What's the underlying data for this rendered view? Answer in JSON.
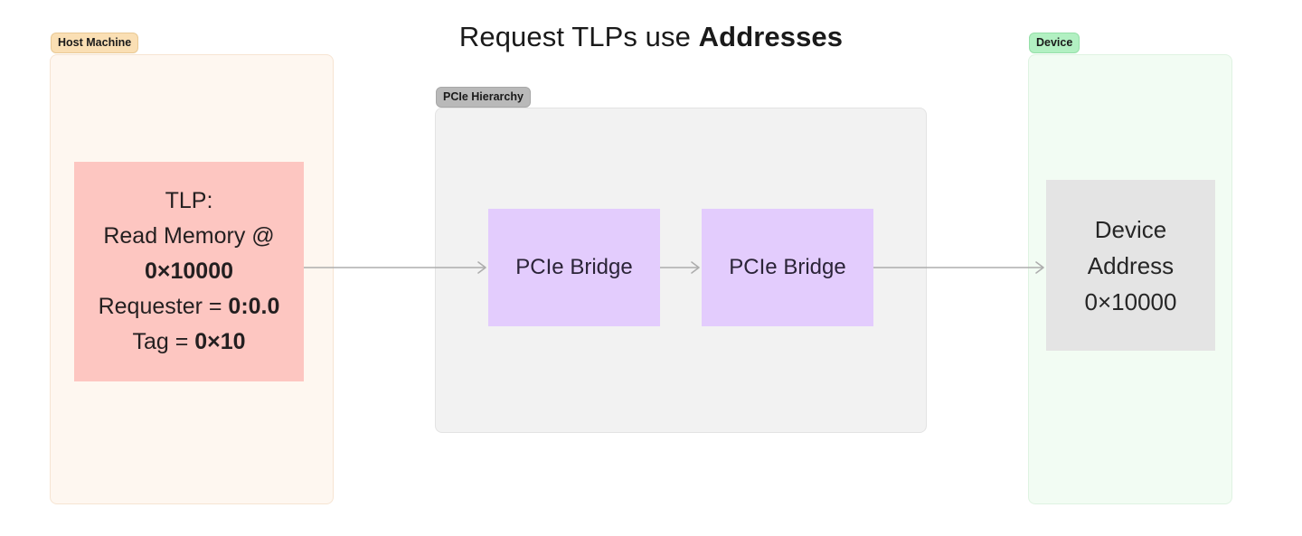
{
  "title": {
    "prefix": "Request TLPs use ",
    "emphasis": "Addresses"
  },
  "groups": {
    "host": {
      "label": "Host Machine",
      "bg_color": "#fef7f0",
      "label_color": "#fadfb4"
    },
    "pcie": {
      "label": "PCIe Hierarchy",
      "bg_color": "#f2f2f2",
      "label_color": "#b9b9b9"
    },
    "device": {
      "label": "Device",
      "bg_color": "#f2fcf3",
      "label_color": "#b2f0c2"
    }
  },
  "nodes": {
    "tlp": {
      "name": "tlp-packet-box",
      "color": "#fdc6c1",
      "lines": [
        {
          "text": "TLP:",
          "bold": false
        },
        {
          "text": "Read Memory @",
          "bold": false
        },
        {
          "text": "0×10000",
          "bold": true
        },
        {
          "prefix": "Requester = ",
          "value": "0:0.0"
        },
        {
          "prefix": "Tag = ",
          "value": "0×10"
        }
      ]
    },
    "bridge_1": {
      "label": "PCIe Bridge",
      "color": "#e3ccfd"
    },
    "bridge_2": {
      "label": "PCIe Bridge",
      "color": "#e3ccfd"
    },
    "device": {
      "color": "#e4e4e4",
      "lines": [
        "Device",
        "Address",
        "0×10000"
      ]
    }
  },
  "arrows": {
    "host_to_bridge1": "arrow-host-to-bridge1",
    "bridge1_to_bridge2": "arrow-bridge1-to-bridge2",
    "bridge2_to_device": "arrow-bridge2-to-device"
  }
}
